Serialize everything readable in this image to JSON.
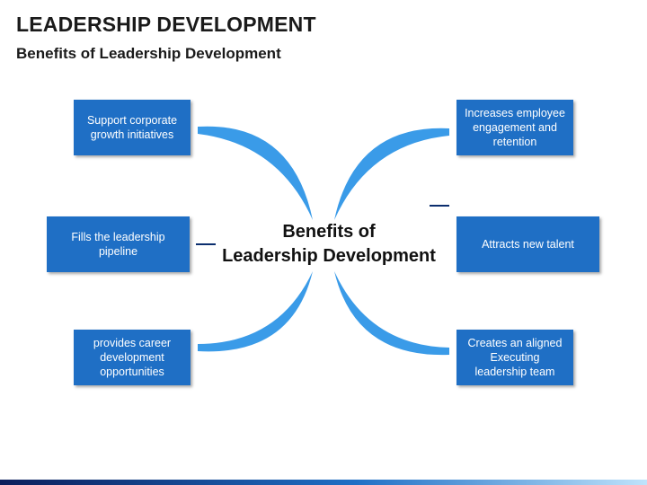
{
  "header": {
    "title": "LEADERSHIP DEVELOPMENT",
    "subtitle": "Benefits of Leadership Development"
  },
  "center": {
    "line1": "Benefits of",
    "line2": "Leadership Development"
  },
  "left_boxes": [
    {
      "label": "Support corporate growth initiatives"
    },
    {
      "label": "Fills the leadership pipeline"
    },
    {
      "label": "provides career development opportunities"
    }
  ],
  "right_boxes": [
    {
      "label": "Increases employee engagement and retention"
    },
    {
      "label": "Attracts new talent"
    },
    {
      "label": "Creates an aligned Executing leadership team"
    }
  ],
  "colors": {
    "box": "#1f6fc5",
    "arc": "#3a9be8",
    "dash": "#0b2e6e"
  }
}
